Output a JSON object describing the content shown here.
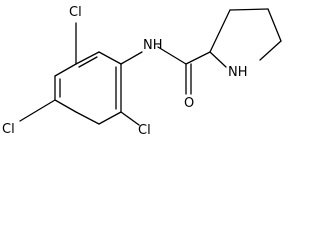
{
  "molecule": {
    "atoms": {
      "cl_top": "Cl",
      "cl_left": "Cl",
      "cl_bottom": "Cl",
      "amide_nh": "NH",
      "carbonyl_o": "O",
      "ring_nh": "NH"
    },
    "colors": {
      "bond": "#000000",
      "label": "#000000",
      "background": "#ffffff"
    }
  }
}
